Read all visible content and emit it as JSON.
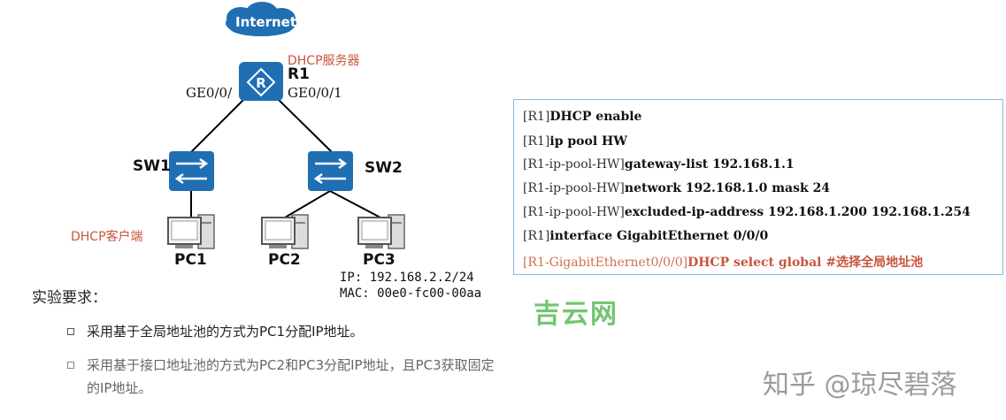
{
  "topology": {
    "internet_label": "Internet",
    "router": {
      "name": "R1",
      "role": "DHCP服务器",
      "port_left": "GE0/0/",
      "port_right": "GE0/0/1"
    },
    "switches": [
      {
        "name": "SW1"
      },
      {
        "name": "SW2"
      }
    ],
    "pcs": [
      {
        "name": "PC1",
        "role": "DHCP客户端"
      },
      {
        "name": "PC2"
      },
      {
        "name": "PC3",
        "ip": "IP: 192.168.2.2/24",
        "mac": "MAC: 00e0-fc00-00aa"
      }
    ],
    "colors": {
      "device_blue": "#1f6fb2",
      "link": "#000000",
      "accent_red": "#c8553d"
    }
  },
  "requirements": {
    "title": "实验要求：",
    "items": [
      "采用基于全局地址池的方式为PC1分配IP地址。",
      "采用基于接口地址池的方式为PC2和PC3分配IP地址，且PC3获取固定的IP地址。"
    ]
  },
  "cli": [
    {
      "prompt": "[R1]",
      "cmd": "DHCP enable"
    },
    {
      "prompt": "[R1]",
      "cmd": "ip pool HW"
    },
    {
      "prompt": "[R1-ip-pool-HW]",
      "cmd": "gateway-list 192.168.1.1"
    },
    {
      "prompt": "[R1-ip-pool-HW]",
      "cmd": "network 192.168.1.0 mask 24"
    },
    {
      "prompt": "[R1-ip-pool-HW]",
      "cmd": "excluded-ip-address 192.168.1.200 192.168.1.254"
    },
    {
      "prompt": "[R1]",
      "cmd": "interface GigabitEthernet 0/0/0"
    },
    {
      "prompt": "[R1-GigabitEthernet0/0/0]",
      "cmd": "DHCP select global ",
      "comment": "#选择全局地址池"
    }
  ],
  "watermarks": {
    "site": "吉云网",
    "author": "知乎 @琼尽碧落"
  }
}
